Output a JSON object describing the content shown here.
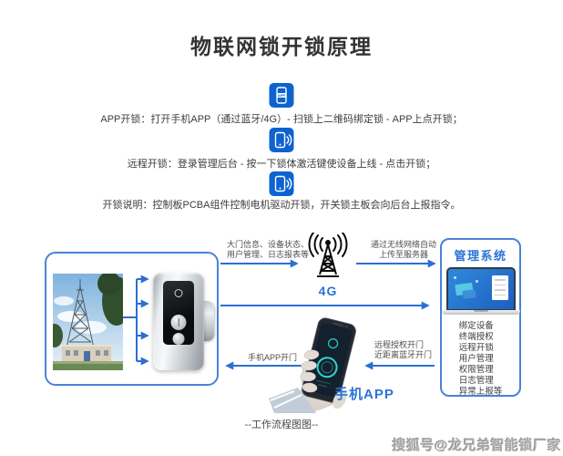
{
  "title": "物联网锁开锁原理",
  "steps": [
    {
      "icon": "phone-app-icon",
      "text": "APP开锁：打开手机APP（通过蓝牙/4G）- 扫锁上二维码绑定锁 - APP上点开锁；"
    },
    {
      "icon": "phone-signal-icon",
      "text": "远程开锁：登录管理后台 - 按一下锁体激活键使设备上线 - 点击开锁；"
    },
    {
      "icon": "phone-signal-icon",
      "text": "开锁说明：控制板PCBA组件控制电机驱动开锁，开关锁主板会向后台上报指令。"
    }
  ],
  "diagram": {
    "uplink_label": "大门信息、设备状态、\n用户管理、日志报表等",
    "upload_label": "通过无线网络自动\n上传至服务器",
    "network_label": "4G",
    "management": {
      "title": "管理系统",
      "features": [
        "绑定设备",
        "终端授权",
        "远程开锁",
        "用户管理",
        "权限管理",
        "日志管理",
        "异常上报等"
      ]
    },
    "phone_label": "手机APP",
    "app_open_label": "手机APP开门",
    "remote_auth_label": "远程授权开门\n近距离蓝牙开门"
  },
  "footer": {
    "caption": "--工作流程图图--",
    "watermark": "搜狐号@龙兄弟智能锁厂家"
  },
  "colors": {
    "accent_blue": "#2b6fd2",
    "icon_blue": "#0d63cf",
    "border_blue": "#4a82d8",
    "text_blue": "#2b74d8"
  }
}
